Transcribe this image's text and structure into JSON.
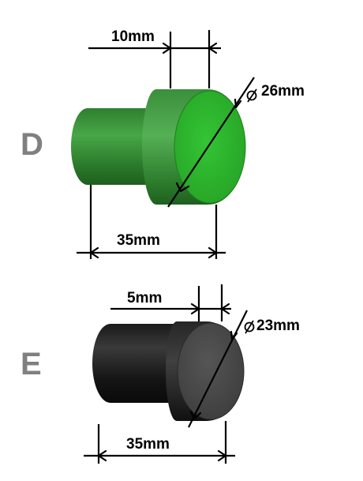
{
  "parts": [
    {
      "letter": "D",
      "color_body": "#2e8b2e",
      "color_face": "#2fb52f",
      "dims": {
        "head_length": "10mm",
        "diameter": "26mm",
        "total_length": "35mm"
      }
    },
    {
      "letter": "E",
      "color_body": "#1c1c1c",
      "color_face": "#4a4a4a",
      "dims": {
        "head_length": "5mm",
        "diameter": "23mm",
        "total_length": "35mm"
      }
    }
  ]
}
